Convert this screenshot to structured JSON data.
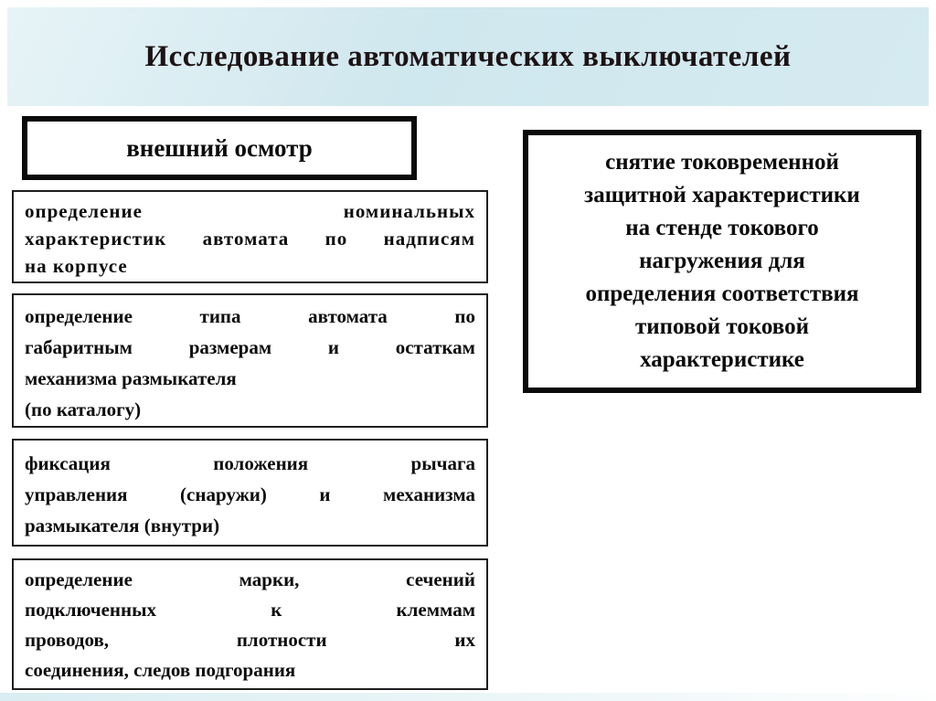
{
  "colors": {
    "band-start": "#cfe7ee",
    "band-mid": "#e7f4f7",
    "band-end": "#d5ebf1",
    "strip-start": "#d9edf2",
    "page-bg": "#ffffff",
    "box-bg": "#ffffff",
    "border-strong": "#0a0a0a",
    "border-thin": "#1f1f1f",
    "title-color": "#1d1315",
    "text-color": "#0d0b0c"
  },
  "title": "Исследование автоматических выключателей",
  "left_column": {
    "header": "внешний осмотр",
    "steps": [
      {
        "name": "nominal-characteristics",
        "lines": [
          {
            "t": "определение номинальных",
            "j": true
          },
          {
            "t": "характеристик автомата по надписям",
            "j": true
          },
          {
            "t": "на корпусе",
            "j": false
          }
        ]
      },
      {
        "name": "type-determination",
        "lines": [
          {
            "t": "определение типа автомата по",
            "j": true
          },
          {
            "t": "габаритным размерам и остаткам",
            "j": true
          },
          {
            "t": "механизма размыкателя",
            "j": false
          },
          {
            "t": "(по каталогу)",
            "j": false
          }
        ]
      },
      {
        "name": "lever-position-fixation",
        "lines": [
          {
            "t": "фиксация положения рычага",
            "j": true
          },
          {
            "t": "управления (снаружи) и механизма",
            "j": true
          },
          {
            "t": "размыкателя (внутри)",
            "j": false
          }
        ]
      },
      {
        "name": "wire-marking-inspection",
        "lines": [
          {
            "t": "определение марки, сечений",
            "j": true
          },
          {
            "t": "подключенных к клеммам",
            "j": true
          },
          {
            "t": "проводов, плотности их",
            "j": true
          },
          {
            "t": "соединения, следов подгорания",
            "j": false
          }
        ]
      }
    ]
  },
  "right_column": {
    "lines": [
      "снятие токовременной",
      "защитной характеристики",
      "на стенде токового",
      "нагружения для",
      "определения соответствия",
      "типовой токовой",
      "характеристике"
    ]
  }
}
